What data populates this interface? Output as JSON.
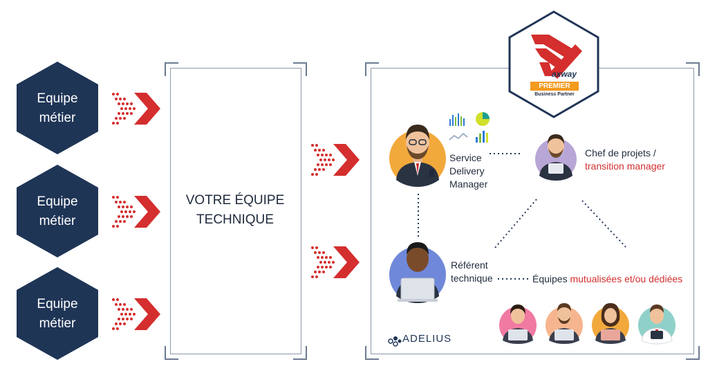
{
  "left_column": {
    "items": [
      {
        "line1": "Equipe",
        "line2": "métier"
      },
      {
        "line1": "Equipe",
        "line2": "métier"
      },
      {
        "line1": "Equipe",
        "line2": "métier"
      }
    ]
  },
  "center": {
    "line1": "VOTRE ÉQUIPE",
    "line2": "TECHNIQUE"
  },
  "badge": {
    "brand": "axway",
    "tier": "PREMIER",
    "subtitle": "Business Partner"
  },
  "roles": {
    "sdm": {
      "line1": "Service",
      "line2": "Delivery",
      "line3": "Manager"
    },
    "chef": {
      "line1": "Chef de projets /",
      "line2": "transition manager"
    },
    "referent": {
      "line1": "Référent",
      "line2": "technique"
    },
    "equipes": {
      "prefix": "Équipes ",
      "highlight": "mutualisées et/ou dédiées"
    }
  },
  "footer_logo": {
    "name": "ADELIUS"
  },
  "colors": {
    "navy": "#1f3556",
    "red": "#d42e2e",
    "frame": "#6b7a90"
  }
}
